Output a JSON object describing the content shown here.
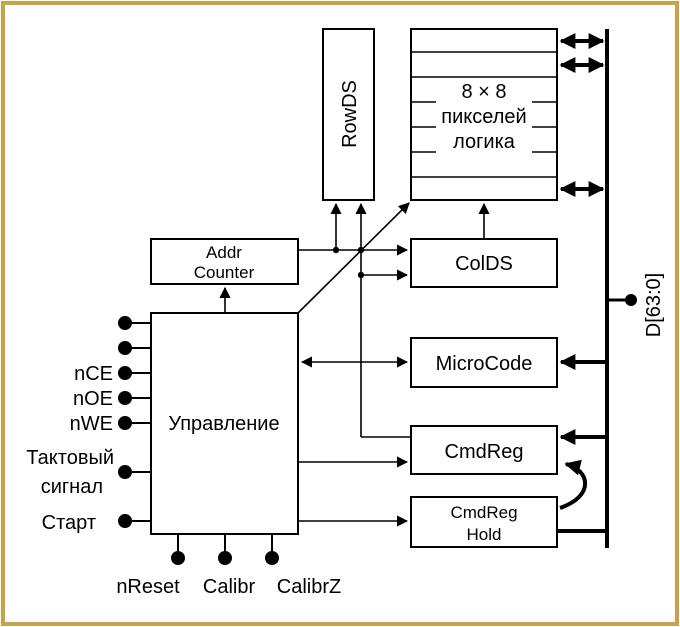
{
  "colors": {
    "background": "#ffffff",
    "frame": "#c9a24a",
    "ink": "#000000"
  },
  "blocks": {
    "rowds": "RowDS",
    "matrix_line1": "8 × 8",
    "matrix_line2": "пикселей",
    "matrix_line3": "логика",
    "addr_line1": "Addr",
    "addr_line2": "Counter",
    "colds": "ColDS",
    "control": "Управление",
    "microcode": "MicroCode",
    "cmdreg": "CmdReg",
    "cmdreg_hold_line1": "CmdReg",
    "cmdreg_hold_line2": "Hold"
  },
  "bus": {
    "label": "D[63:0]"
  },
  "signals_left": {
    "nce": "nCE",
    "noe": "nOE",
    "nwe": "nWE",
    "clock_line1": "Тактовый",
    "clock_line2": "сигнал",
    "start": "Старт"
  },
  "signals_bottom": {
    "nreset": "nReset",
    "calibr": "Calibr",
    "calibrz": "CalibrZ"
  }
}
